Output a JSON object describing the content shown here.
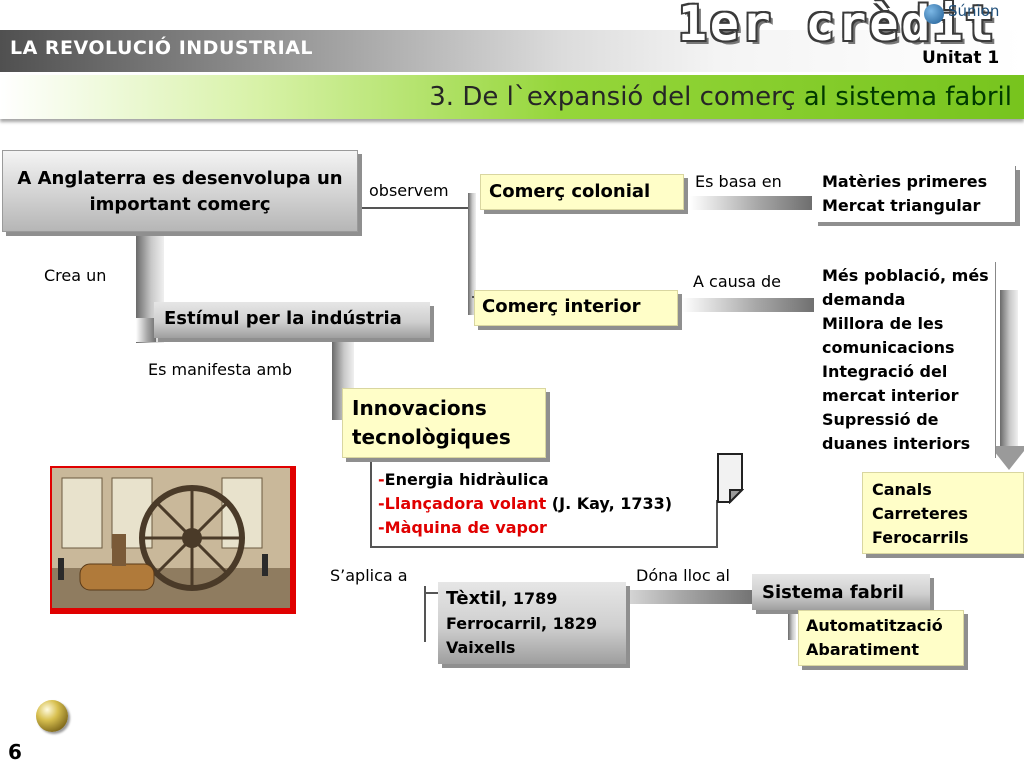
{
  "header": {
    "course_title": "LA REVOLUCIÓ  INDUSTRIAL",
    "credit_label": "1er crèdit",
    "unit_label": "Unitat 1",
    "logo_text": "Súnion",
    "section_title_part1": "3. De l`expansió del comerç",
    "section_title_part2": " al sistema fabril"
  },
  "diagram": {
    "main_box": "A Anglaterra es desenvolupa un important comerç",
    "label_observem": "observem",
    "box_colonial": "Comerç colonial",
    "label_es_basa_en": "Es basa en",
    "colonial_detail_1": "Matèries primeres",
    "colonial_detail_2": "Mercat triangular",
    "label_crea_un": "Crea un",
    "box_estimul": "Estímul per la indústria",
    "box_interior": "Comerç interior",
    "label_a_causa_de": "A causa de",
    "interior_detail_1": "Més població, més",
    "interior_detail_2": "demanda",
    "interior_detail_3": "Millora de les",
    "interior_detail_4": "comunicacions",
    "interior_detail_5": "Integració del",
    "interior_detail_6": "mercat interior",
    "interior_detail_7": "Supressió de",
    "interior_detail_8": "duanes interiors",
    "label_es_manifesta_amb": "Es manifesta amb",
    "box_innovacions_1": "Innovacions",
    "box_innovacions_2": "tecnològiques",
    "innov_dash": "-",
    "innov_1": "Energia hidràulica",
    "innov_2": "-Llançadora volant",
    "innov_2_extra": " (J. Kay, 1733)",
    "innov_3": "-Màquina de vapor",
    "canals_1": "Canals",
    "canals_2": "Carreteres",
    "canals_3": "Ferocarrils",
    "label_saplica_a": "S’aplica a",
    "label_dona_lloc_al": "Dóna lloc al",
    "textil_title": "Tèxtil",
    "textil_year": ", 1789",
    "textil_2": "Ferrocarril, 1829",
    "textil_3": "Vaixells",
    "box_sistema": "Sistema fabril",
    "sistema_1": "Automatització",
    "sistema_2": "Abaratiment"
  },
  "footer": {
    "slide_number": "6"
  },
  "colors": {
    "red": "#e00000",
    "green": "#77c41e",
    "yellow_box": "#fffec8"
  },
  "icons": [
    "note-icon",
    "globe-logo-icon",
    "bullet-ball-icon"
  ]
}
